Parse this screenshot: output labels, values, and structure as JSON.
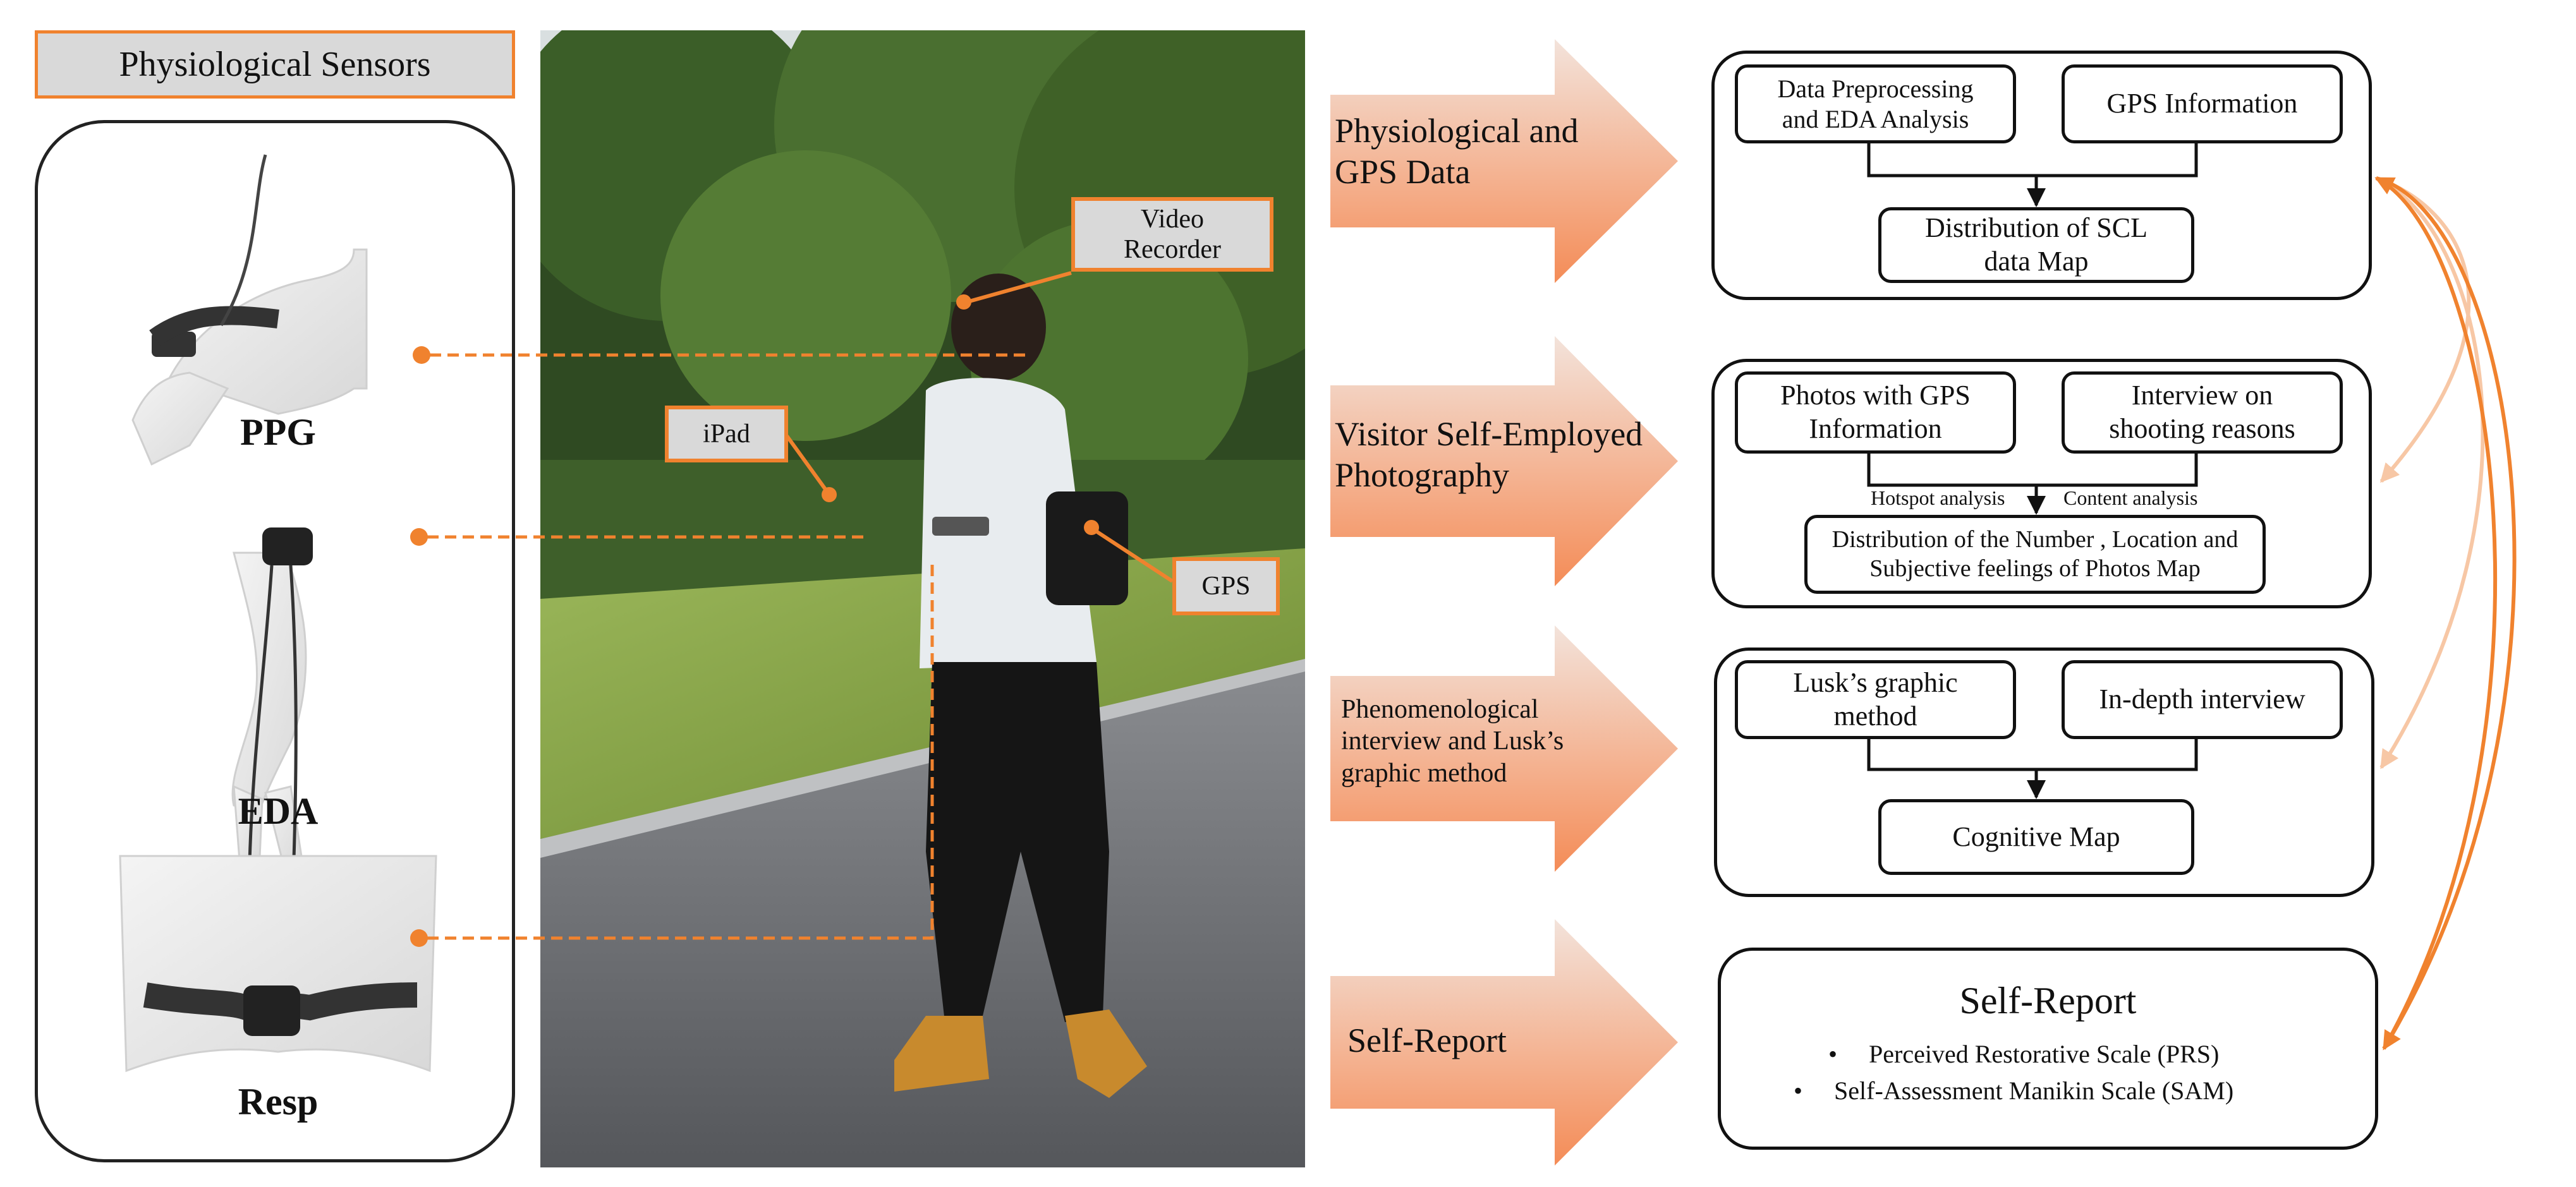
{
  "sensors": {
    "title": "Physiological Sensors",
    "items": [
      {
        "label": "PPG"
      },
      {
        "label": "EDA"
      },
      {
        "label": "Resp"
      }
    ]
  },
  "photo_callouts": {
    "video": "Video\nRecorder",
    "ipad": "iPad",
    "gps": "GPS"
  },
  "methods": [
    {
      "arrow_label": "Physiological and\nGPS Data",
      "box_a": "Data Preprocessing\nand EDA Analysis",
      "box_b": "GPS Information",
      "result": "Distribution of SCL\ndata Map"
    },
    {
      "arrow_label": "Visitor Self-Employed\nPhotography",
      "box_a": "Photos with GPS\nInformation",
      "box_b": "Interview on\nshooting reasons",
      "note_a": "Hotspot analysis",
      "note_b": "Content analysis",
      "result": "Distribution of the Number , Location and\nSubjective feelings of Photos Map"
    },
    {
      "arrow_label": "Phenomenological\ninterview and Lusk’s\ngraphic method",
      "box_a": "Lusk’s graphic\nmethod",
      "box_b": "In-depth interview",
      "result": "Cognitive Map"
    },
    {
      "arrow_label": "Self-Report",
      "title": "Self-Report",
      "bullets": [
        "Perceived Restorative Scale (PRS)",
        "Self-Assessment Manikin Scale (SAM)"
      ]
    }
  ],
  "colors": {
    "accent": "#F0822E",
    "arrow_light": "#F3E3DB",
    "arrow_dark": "#F48C57",
    "callout_fill": "#D9D9D9",
    "feedback_light": "#F7C7A5"
  }
}
